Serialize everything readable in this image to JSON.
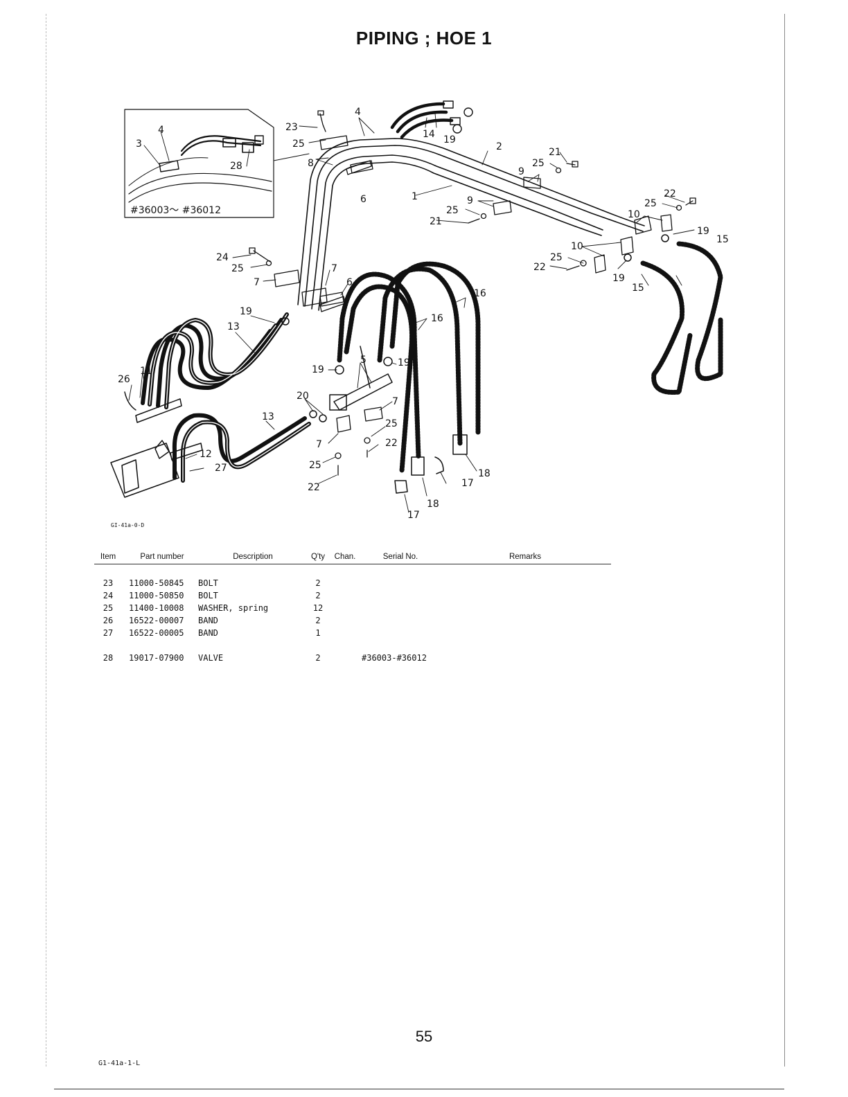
{
  "title": "PIPING ; HOE 1",
  "inset_label": "#36003～ #36012",
  "callouts": {
    "c1": "1",
    "c2": "2",
    "c3": "3",
    "c4a": "4",
    "c4b": "4",
    "c5": "5",
    "c6a": "6",
    "c6b": "6",
    "c7a": "7",
    "c7b": "7",
    "c7c": "7",
    "c7d": "7",
    "c8": "8",
    "c9a": "9",
    "c9b": "9",
    "c10a": "10",
    "c10b": "10",
    "c11": "11",
    "c12": "12",
    "c13a": "13",
    "c13b": "13",
    "c14": "14",
    "c15a": "15",
    "c15b": "15",
    "c16a": "16",
    "c16b": "16",
    "c17a": "17",
    "c17b": "17",
    "c18a": "18",
    "c18b": "18",
    "c19a": "19",
    "c19b": "19",
    "c19c": "19",
    "c19d": "19",
    "c19e": "19",
    "c19f": "19",
    "c20": "20",
    "c21a": "21",
    "c21b": "21",
    "c22a": "22",
    "c22b": "22",
    "c22c": "22",
    "c22d": "22",
    "c23": "23",
    "c24": "24",
    "c25a": "25",
    "c25b": "25",
    "c25c": "25",
    "c25d": "25",
    "c25e": "25",
    "c25f": "25",
    "c25g": "25",
    "c25h": "25",
    "c26": "26",
    "c27": "27",
    "c28": "28"
  },
  "figure_code": "GI-41a-0-D",
  "table": {
    "headers": {
      "item": "Item",
      "part_number": "Part number",
      "description": "Description",
      "qty": "Q'ty",
      "chan": "Chan.",
      "serial": "Serial No.",
      "remarks": "Remarks"
    },
    "rows": [
      {
        "item": "23",
        "part_number": "11000-50845",
        "description": "BOLT",
        "qty": "2",
        "chan": "",
        "serial": "",
        "remarks": ""
      },
      {
        "item": "24",
        "part_number": "11000-50850",
        "description": "BOLT",
        "qty": "2",
        "chan": "",
        "serial": "",
        "remarks": ""
      },
      {
        "item": "25",
        "part_number": "11400-10008",
        "description": "WASHER, spring",
        "qty": "12",
        "chan": "",
        "serial": "",
        "remarks": ""
      },
      {
        "item": "26",
        "part_number": "16522-00007",
        "description": "BAND",
        "qty": "2",
        "chan": "",
        "serial": "",
        "remarks": ""
      },
      {
        "item": "27",
        "part_number": "16522-00005",
        "description": "BAND",
        "qty": "1",
        "chan": "",
        "serial": "",
        "remarks": ""
      },
      {
        "item": "28",
        "part_number": "19017-07900",
        "description": "VALVE",
        "qty": "2",
        "chan": "",
        "serial": "#36003-#36012",
        "remarks": ""
      }
    ]
  },
  "page_number": "55",
  "footer_code": "G1-41a-1-L"
}
